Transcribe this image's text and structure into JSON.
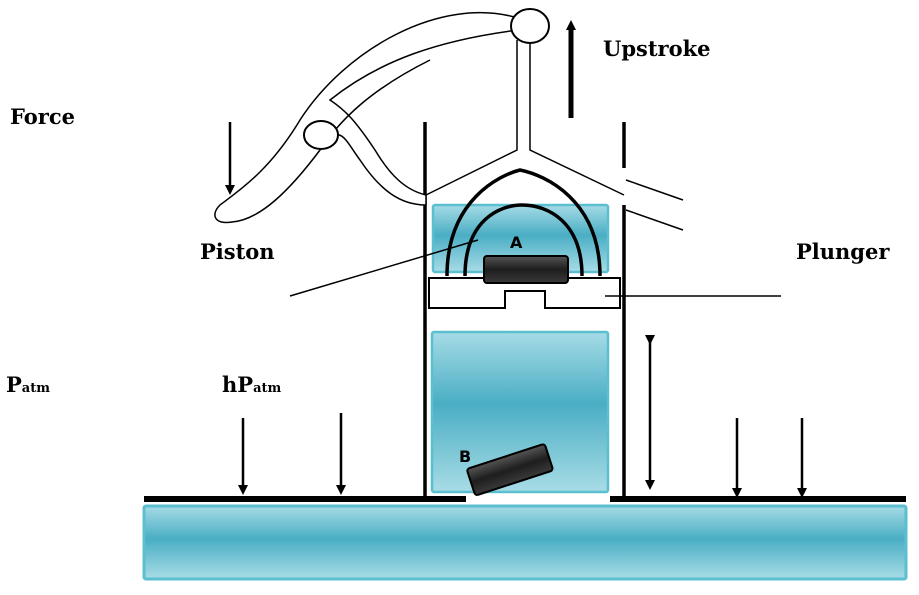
{
  "labels": {
    "force": "Force",
    "upstroke": "Upstroke",
    "piston": "Piston",
    "plunger": "Plunger",
    "patm_main": "P",
    "patm_sub": "atm",
    "hpatm_main": "hP",
    "hpatm_sub": "atm",
    "valve_a": "A",
    "valve_b": "B"
  },
  "colors": {
    "water_top": "#9fd6e2",
    "water_mid": "#4aaec4",
    "water_bottom": "#a8dce6",
    "water_border": "#5bbfd0",
    "valve": "#2b2b2b",
    "line": "#000000"
  }
}
